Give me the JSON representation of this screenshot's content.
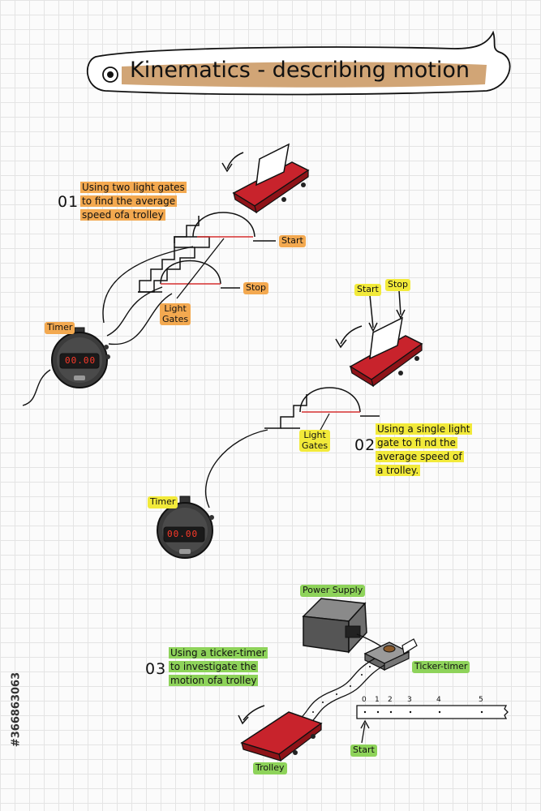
{
  "title": "Kinematics - describing motion",
  "sections": [
    {
      "number": "01",
      "description": [
        "Using two light gates",
        "to find the average",
        "speed ofa trolley"
      ],
      "labels": {
        "start": "Start",
        "stop": "Stop",
        "light_gates": [
          "Light",
          "Gates"
        ],
        "timer": "Timer"
      },
      "timer_display": "00.00"
    },
    {
      "number": "02",
      "description": [
        "Using a single light",
        "gate to fi nd the",
        "average speed of",
        "a trolley."
      ],
      "labels": {
        "start": "Start",
        "stop": "Stop",
        "light_gates": [
          "Light",
          "Gates"
        ],
        "timer": "Timer"
      },
      "timer_display": "00.00"
    },
    {
      "number": "03",
      "description": [
        "Using a ticker-timer",
        "to investigate the",
        "motion ofa trolley"
      ],
      "labels": {
        "power_supply": "Power Supply",
        "ticker_timer": "Ticker-timer",
        "start": "Start",
        "trolley": "Trolley"
      },
      "tape_ticks": [
        "0",
        "1",
        "2",
        "3",
        "4",
        "5"
      ]
    }
  ],
  "sidebar_id": "#366863063",
  "colors": {
    "highlight_orange": "#f3a950",
    "highlight_yellow": "#f2ea3a",
    "highlight_green": "#8ed35a",
    "trolley_red": "#c8232c",
    "title_swash": "#c9955e"
  }
}
